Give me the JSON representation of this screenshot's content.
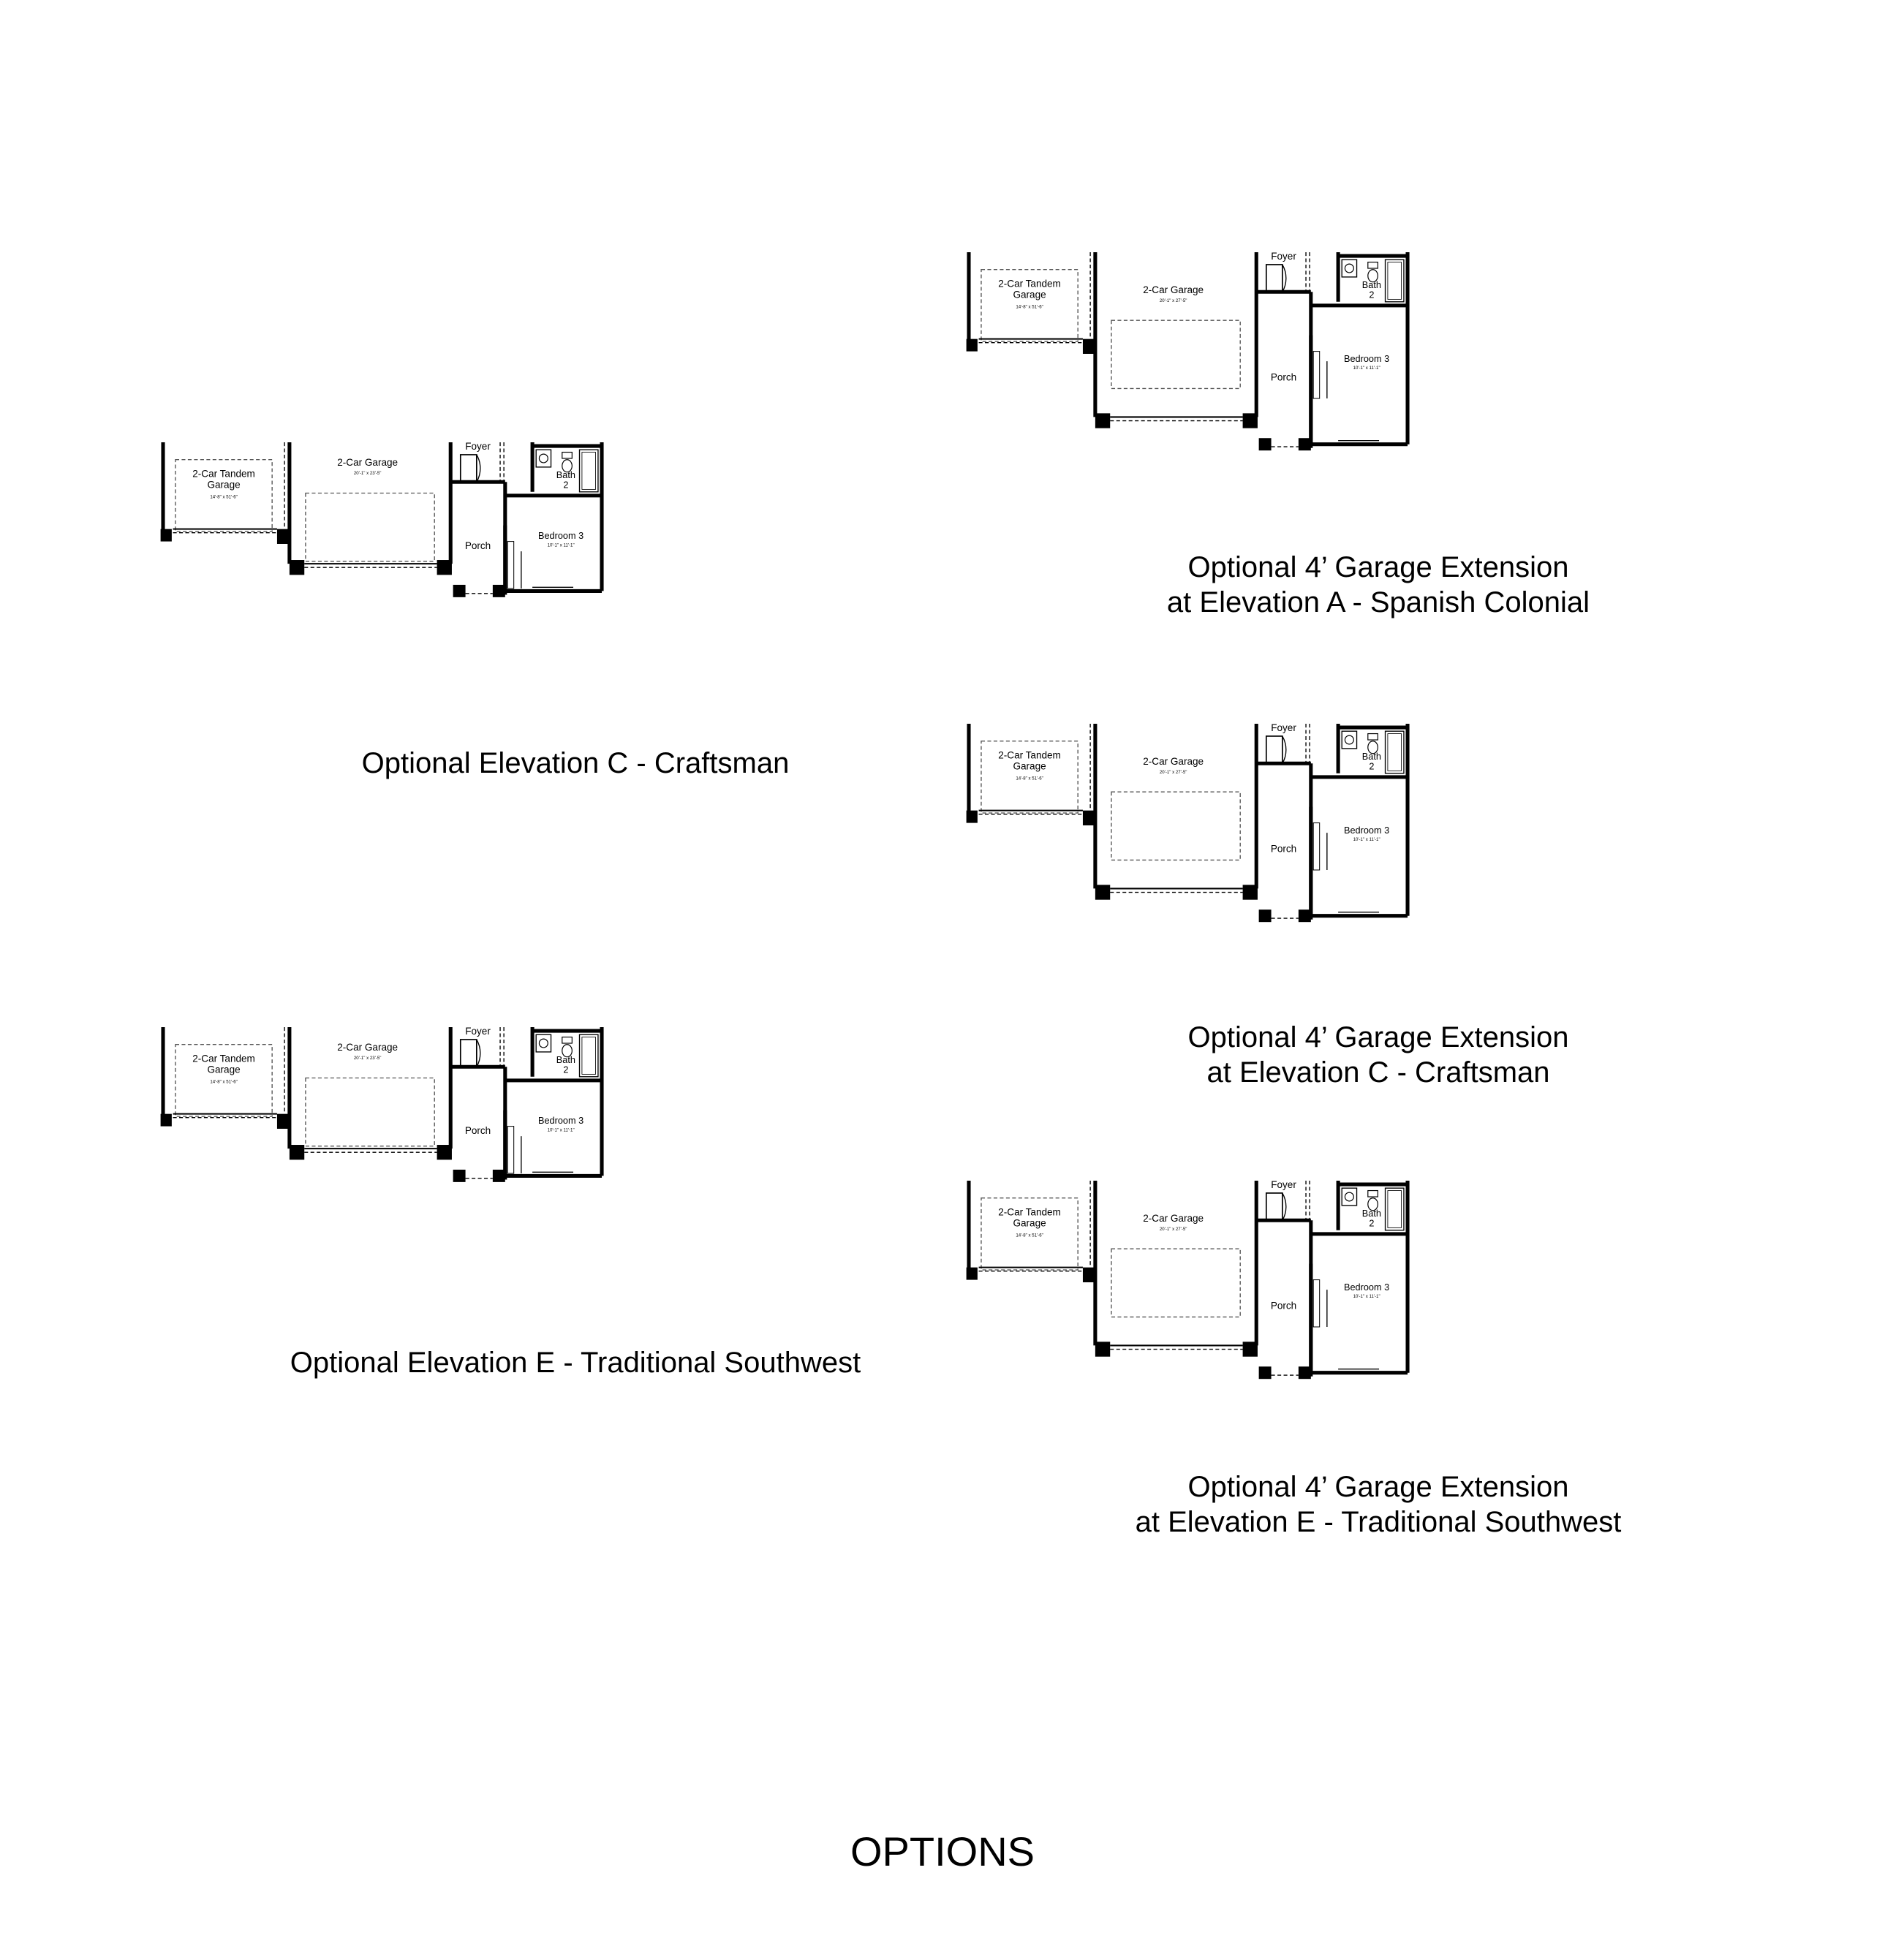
{
  "page_title": "OPTIONS",
  "plans": [
    {
      "id": "elev-c",
      "caption": [
        "Optional Elevation C - Craftsman"
      ],
      "tandem_label": [
        "2-Car Tandem",
        "Garage"
      ],
      "tandem_dim": "14'-8\" x 51'-6\"",
      "garage_label": "2-Car Garage",
      "garage_dim": "20'-1\" x 23'-5\"",
      "foyer": "Foyer",
      "porch": "Porch",
      "bath": [
        "Bath",
        "2"
      ],
      "bedroom_label": "Bedroom 3",
      "bedroom_dim": "10'-1\" x 11'-1\""
    },
    {
      "id": "elev-e",
      "caption": [
        "Optional Elevation E - Traditional Southwest"
      ],
      "tandem_label": [
        "2-Car Tandem",
        "Garage"
      ],
      "tandem_dim": "14'-8\" x 51'-6\"",
      "garage_label": "2-Car Garage",
      "garage_dim": "20'-1\" x 23'-5\"",
      "foyer": "Foyer",
      "porch": "Porch",
      "bath": [
        "Bath",
        "2"
      ],
      "bedroom_label": "Bedroom 3",
      "bedroom_dim": "10'-1\" x 11'-1\""
    },
    {
      "id": "ext-a",
      "caption": [
        "Optional 4’ Garage Extension",
        "at Elevation A - Spanish Colonial"
      ],
      "tandem_label": [
        "2-Car Tandem",
        "Garage"
      ],
      "tandem_dim": "14'-8\" x 51'-6\"",
      "garage_label": "2-Car Garage",
      "garage_dim": "20'-1\" x 27'-5\"",
      "foyer": "Foyer",
      "porch": "Porch",
      "bath": [
        "Bath",
        "2"
      ],
      "bedroom_label": "Bedroom 3",
      "bedroom_dim": "10'-1\" x 11'-1\""
    },
    {
      "id": "ext-c",
      "caption": [
        "Optional 4’ Garage Extension",
        "at Elevation C - Craftsman"
      ],
      "tandem_label": [
        "2-Car Tandem",
        "Garage"
      ],
      "tandem_dim": "14'-8\" x 51'-6\"",
      "garage_label": "2-Car Garage",
      "garage_dim": "20'-1\" x 27'-5\"",
      "foyer": "Foyer",
      "porch": "Porch",
      "bath": [
        "Bath",
        "2"
      ],
      "bedroom_label": "Bedroom 3",
      "bedroom_dim": "10'-1\" x 11'-1\""
    },
    {
      "id": "ext-e",
      "caption": [
        "Optional 4’ Garage Extension",
        "at Elevation E - Traditional Southwest"
      ],
      "tandem_label": [
        "2-Car Tandem",
        "Garage"
      ],
      "tandem_dim": "14'-8\" x 51'-6\"",
      "garage_label": "2-Car Garage",
      "garage_dim": "20'-1\" x 27'-5\"",
      "foyer": "Foyer",
      "porch": "Porch",
      "bath": [
        "Bath",
        "2"
      ],
      "bedroom_label": "Bedroom 3",
      "bedroom_dim": "10'-1\" x 11'-1\""
    }
  ]
}
